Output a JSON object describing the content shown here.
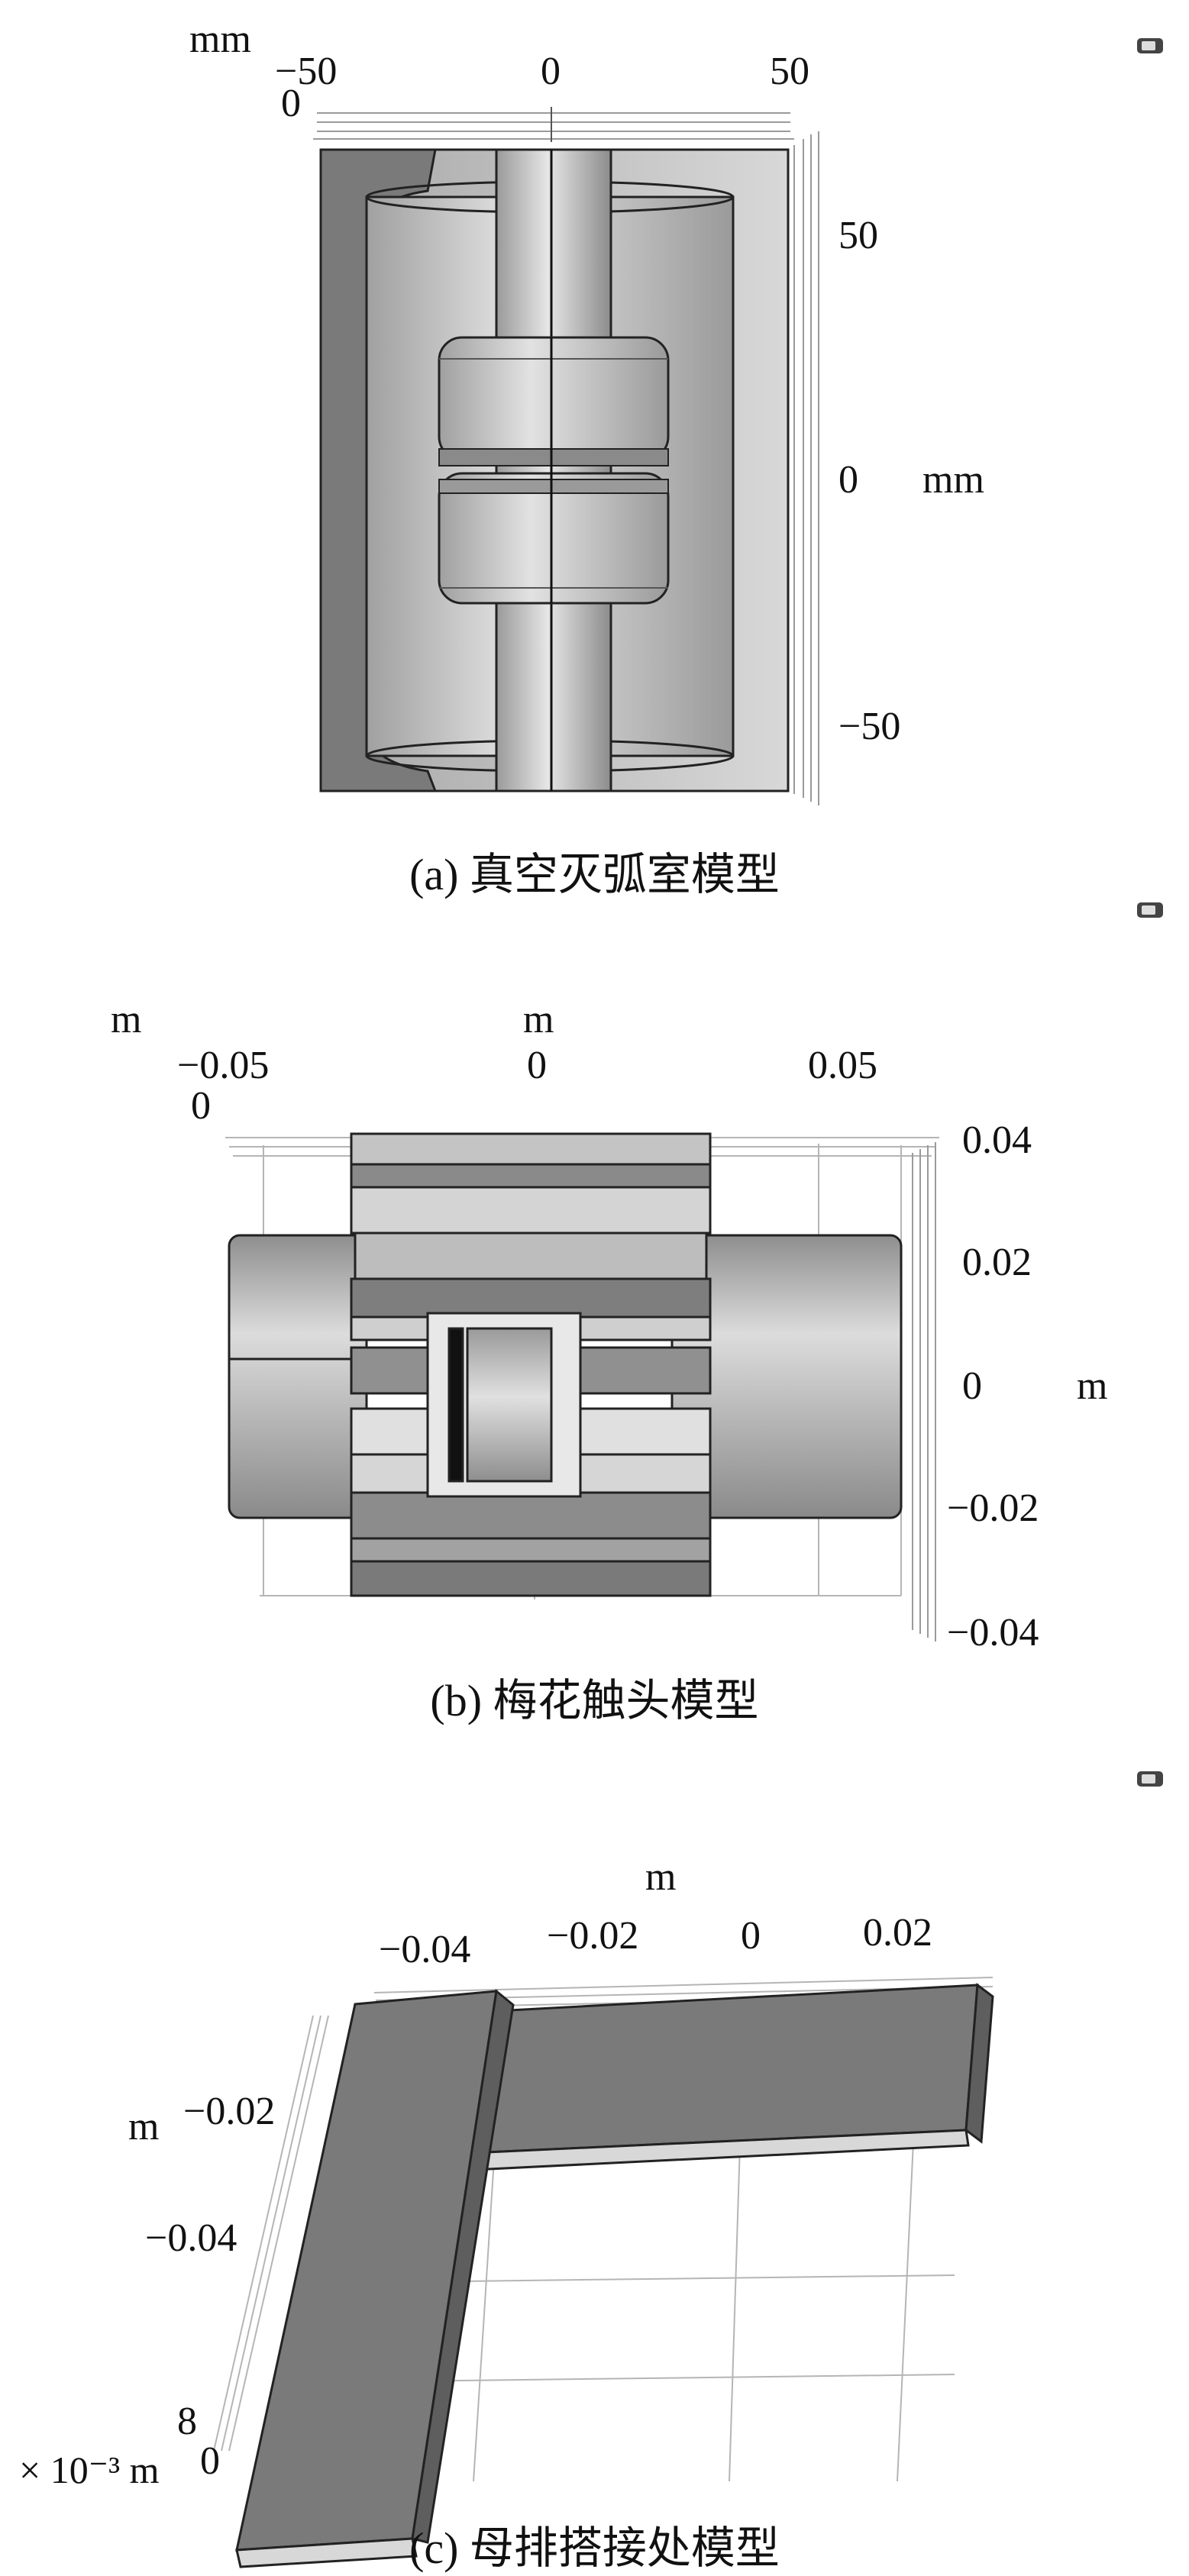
{
  "panel_a": {
    "x_unit": "mm",
    "x_ticks": [
      "−50",
      "0",
      "50"
    ],
    "depth_tick": "0",
    "y_ticks": [
      "50",
      "0",
      "−50"
    ],
    "y_unit": "mm",
    "caption": "(a)  真空灭弧室模型"
  },
  "panel_b": {
    "x_unit_left": "m",
    "x_unit_mid": "m",
    "x_ticks": [
      "−0.05",
      "0",
      "0.05"
    ],
    "depth_tick": "0",
    "y_ticks": [
      "0.04",
      "0.02",
      "0",
      "−0.02",
      "−0.04"
    ],
    "y_unit": "m",
    "caption": "(b)  梅花触头模型"
  },
  "panel_c": {
    "x_unit": "m",
    "x_ticks": [
      "−0.04",
      "−0.02",
      "0",
      "0.02"
    ],
    "y_unit": "m",
    "y_ticks": [
      "−0.02",
      "−0.04"
    ],
    "z_tick_top": "8",
    "z_tick_bottom": "0",
    "z_unit": "× 10⁻³ m",
    "caption": "(c)  母排搭接处模型"
  },
  "colors": {
    "dark_gray": "#6e6e6e",
    "mid_gray": "#a9a9a9",
    "light_gray": "#cfcfcf",
    "grid": "#b5b5b5"
  },
  "icons": [
    "camera-icon",
    "camera-icon",
    "camera-icon"
  ]
}
